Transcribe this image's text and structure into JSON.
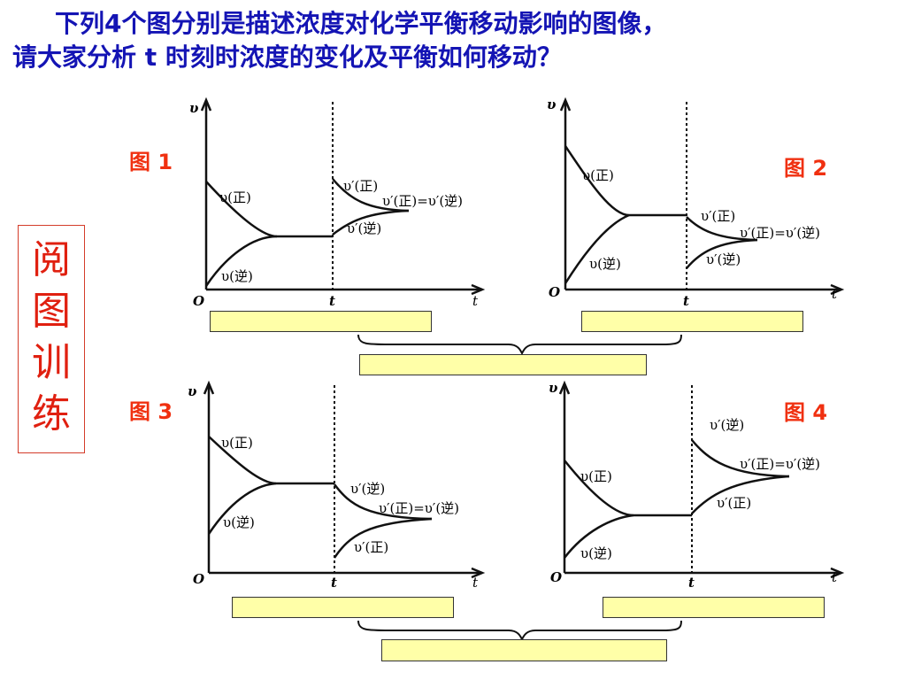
{
  "title": {
    "line1": "下列4个图分别是描述浓度对化学平衡移动影响的图像，",
    "line2": "请大家分析 t 时刻时浓度的变化及平衡如何移动？"
  },
  "side_label": [
    "阅",
    "图",
    "训",
    "练"
  ],
  "figures": [
    {
      "label": "图 1",
      "axis_y": "υ",
      "axis_x": "t",
      "origin": "O",
      "t_mark": "t",
      "curve_labels": {
        "upper": "υ(正)",
        "lower": "υ(逆)",
        "after_upper": "υ′(正)",
        "after_lower": "υ′(逆)",
        "after_equal": "υ′(正)=υ′(逆)"
      }
    },
    {
      "label": "图 2",
      "axis_y": "υ",
      "axis_x": "t",
      "origin": "O",
      "t_mark": "t",
      "curve_labels": {
        "upper": "υ(正)",
        "lower": "υ(逆)",
        "after_upper": "υ′(正)",
        "after_lower": "υ′(逆)",
        "after_equal": "υ′(正)=υ′(逆)"
      }
    },
    {
      "label": "图 3",
      "axis_y": "υ",
      "axis_x": "t",
      "origin": "O",
      "t_mark": "t",
      "curve_labels": {
        "upper": "υ(正)",
        "lower": "υ(逆)",
        "after_upper": "υ′(逆)",
        "after_lower": "υ′(正)",
        "after_equal": "υ′(正)=υ′(逆)"
      }
    },
    {
      "label": "图 4",
      "axis_y": "υ",
      "axis_x": "t",
      "origin": "O",
      "t_mark": "t",
      "curve_labels": {
        "upper": "υ(正)",
        "lower": "υ(逆)",
        "after_upper": "υ′(逆)",
        "after_lower": "υ′(正)",
        "after_equal": "υ′(正)=υ′(逆)"
      }
    }
  ]
}
